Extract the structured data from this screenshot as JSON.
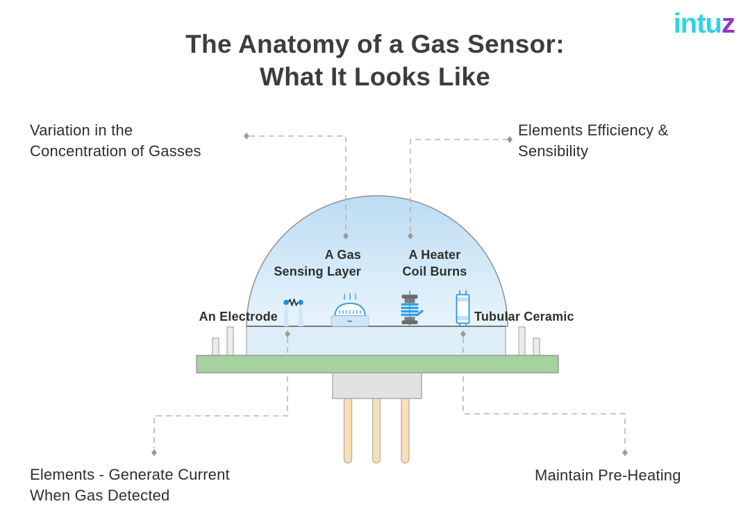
{
  "logo": {
    "part1": "intu",
    "part2": "z"
  },
  "title": {
    "line1": "The Anatomy of a Gas Sensor:",
    "line2": "What It Looks Like"
  },
  "annotations": {
    "top_left": {
      "line1": "Variation in the",
      "line2": "Concentration of Gasses"
    },
    "top_right": {
      "line1": "Elements Efficiency &",
      "line2": "Sensibility"
    },
    "bottom_left": {
      "line1": "Elements - Generate Current",
      "line2": "When Gas Detected"
    },
    "bottom_right": {
      "line1": "Maintain Pre-Heating"
    }
  },
  "parts": {
    "gas_sensing_layer": {
      "line1": "A Gas",
      "line2": "Sensing Layer"
    },
    "heater_coil": {
      "line1": "A Heater",
      "line2": "Coil Burns"
    },
    "electrode": {
      "label": "An Electrode"
    },
    "tubular_ceramic": {
      "label": "Tubular Ceramic"
    }
  },
  "icons": {
    "electrode-icon": "two electrode pins joined by a resistor zigzag",
    "gas-sensing-layer-icon": "sensing element emitting gas marks",
    "heater-coil-icon": "blue heater coil with gray end caps",
    "tubular-ceramic-icon": "ceramic tube with banded ends"
  },
  "colors": {
    "logo_cyan": "#2ed3e6",
    "logo_purple": "#9233c6",
    "title_color": "#3d3d3d",
    "label_color": "#2e2e2e",
    "dome_top": "#bcdcf2",
    "dome_bottom": "#e8f4fc",
    "band_fill": "#ddeef8",
    "board_green": "#a6d2a0",
    "block_gray": "#e2e2e2",
    "pin_beige": "#f7e0b6",
    "pin_gray": "#ececec",
    "icon_blue": "#2d96dd",
    "icon_light_blue": "#cfe6f7",
    "coil_blue": "#2da0e6",
    "cap_gray": "#666b70",
    "connector_gray": "#b5b5b5",
    "stroke_gray": "#909090"
  }
}
